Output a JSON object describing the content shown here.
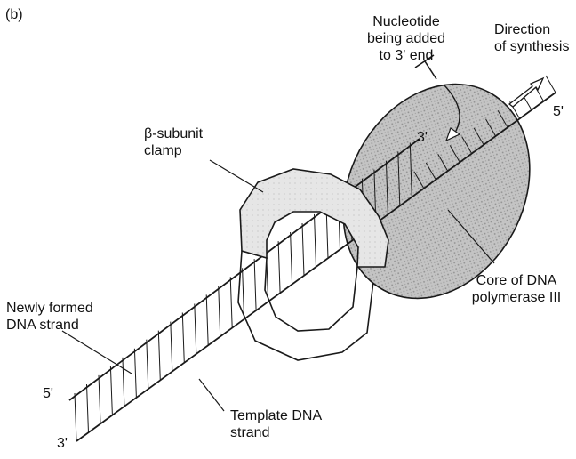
{
  "panel_label": "(b)",
  "labels": {
    "nucleotide": "Nucleotide\nbeing added\nto 3' end",
    "direction": "Direction\nof synthesis",
    "clamp": "β-subunit\nclamp",
    "core": "Core of DNA\npolymerase III",
    "newly_formed": "Newly formed\nDNA strand",
    "template": "Template DNA\nstrand"
  },
  "ends": {
    "newly_formed_5prime": "5'",
    "template_3prime": "3'",
    "template_5prime": "5'",
    "growing_3prime": "3'"
  },
  "colors": {
    "ink": "#1a1a1a",
    "polymerase_fill": "#bdbdbd",
    "clamp_fill": "#e4e4e4",
    "background": "#ffffff"
  }
}
